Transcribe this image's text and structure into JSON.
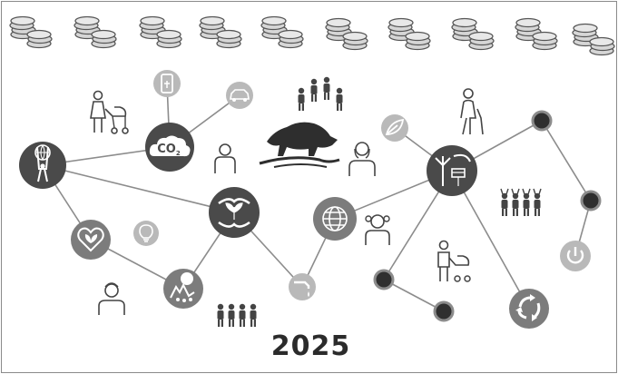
{
  "year": "2025",
  "co2": {
    "text": "CO",
    "sub": "2"
  },
  "colors": {
    "dark": "#4a4a4a",
    "mid": "#7c7c7c",
    "light": "#b9b9b9",
    "line": "#8c8c8c",
    "coin": "#d9d9d9",
    "node_black": "#2f2f2f"
  },
  "icons": {
    "coins": "coin-stack-icon",
    "globe_person": "person-holding-globe-icon",
    "co2": "co2-cloud-icon",
    "hands_plant": "hands-holding-plant-icon",
    "globe": "globe-icon",
    "wind_solar": "wind-turbine-solar-icon",
    "heart_leaf": "heart-leaf-icon",
    "bulb": "light-bulb-icon",
    "water": "water-drop-icon",
    "recycle": "recycle-icon",
    "power": "power-icon",
    "boar": "wild-boar-icon"
  }
}
